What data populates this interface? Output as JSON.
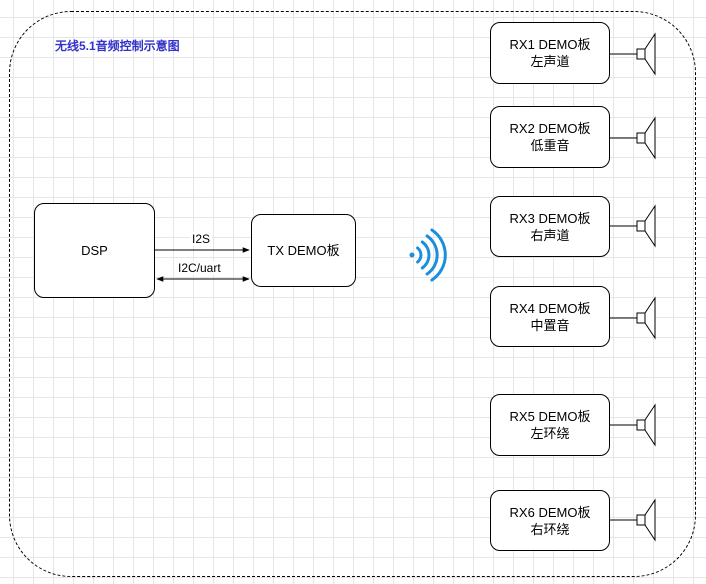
{
  "title": "无线5.1音频控制示意图",
  "dsp": {
    "label": "DSP"
  },
  "tx": {
    "label": "TX DEMO板"
  },
  "links": {
    "i2s": "I2S",
    "i2c": "I2C/uart"
  },
  "receivers": [
    {
      "name": "RX1 DEMO板",
      "role": "左声道"
    },
    {
      "name": "RX2 DEMO板",
      "role": "低重音"
    },
    {
      "name": "RX3 DEMO板",
      "role": "右声道"
    },
    {
      "name": "RX4 DEMO板",
      "role": "中置音"
    },
    {
      "name": "RX5 DEMO板",
      "role": "左环绕"
    },
    {
      "name": "RX6 DEMO板",
      "role": "右环绕"
    }
  ],
  "icons": {
    "wireless": "wireless-signal-icon",
    "speaker": "speaker-icon"
  },
  "colors": {
    "title": "#3333cc",
    "wireless": "#1a8fdc"
  }
}
